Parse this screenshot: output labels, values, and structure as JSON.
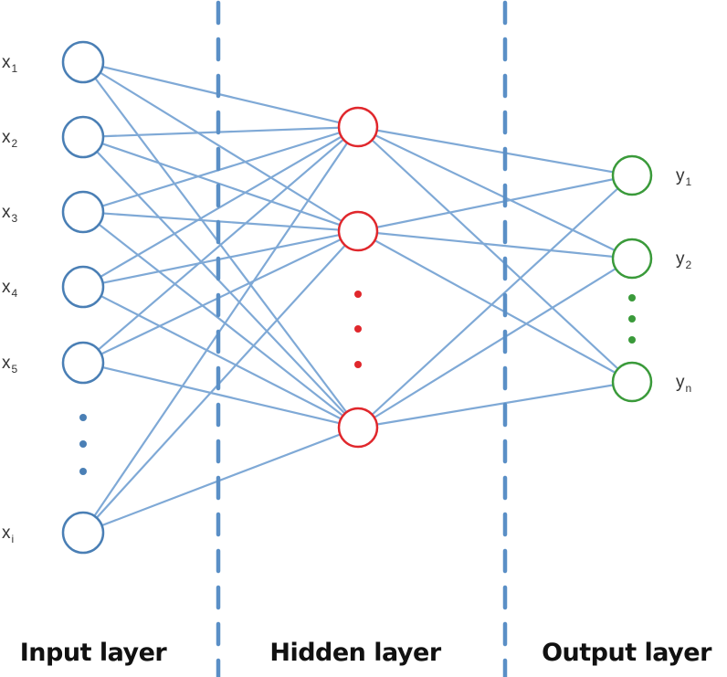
{
  "diagram": {
    "title": "Neural network layers",
    "colors": {
      "input_node": "#4a7fb5",
      "hidden_node": "#e0272c",
      "output_node": "#3a9a3a",
      "edge": "#7fa9d6",
      "divider": "#5a8fc6"
    },
    "layers": [
      {
        "id": "input",
        "label": "Input layer",
        "nodes": [
          {
            "base": "x",
            "sub": "1"
          },
          {
            "base": "x",
            "sub": "2"
          },
          {
            "base": "x",
            "sub": "3"
          },
          {
            "base": "x",
            "sub": "4"
          },
          {
            "base": "x",
            "sub": "5"
          },
          {
            "base": "x",
            "sub": "i"
          }
        ],
        "ellipsis_after_index": 4
      },
      {
        "id": "hidden",
        "label": "Hidden layer",
        "nodes": [
          {
            "base": "",
            "sub": ""
          },
          {
            "base": "",
            "sub": ""
          },
          {
            "base": "",
            "sub": ""
          }
        ],
        "ellipsis_after_index": 1
      },
      {
        "id": "output",
        "label": "Output layer",
        "nodes": [
          {
            "base": "y",
            "sub": "1"
          },
          {
            "base": "y",
            "sub": "2"
          },
          {
            "base": "y",
            "sub": "n"
          }
        ],
        "ellipsis_after_index": 1
      }
    ],
    "connectivity": "fully-connected"
  }
}
